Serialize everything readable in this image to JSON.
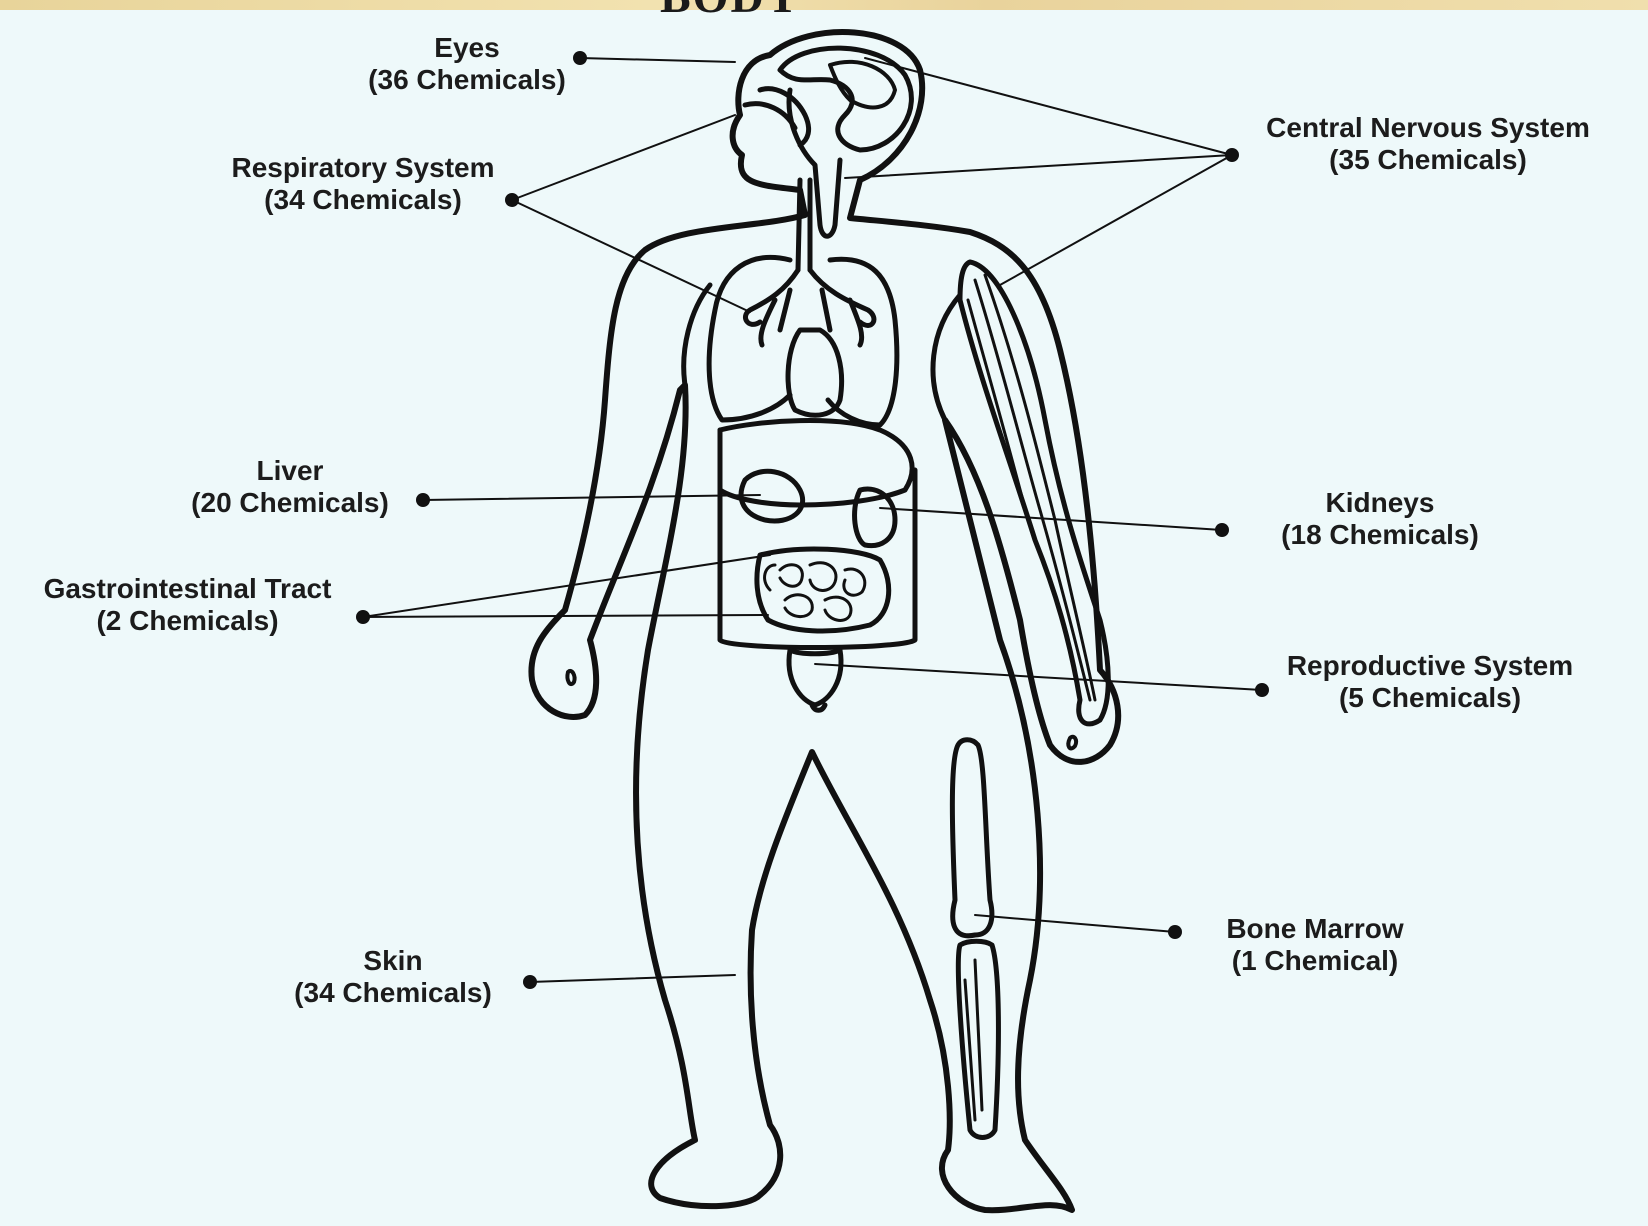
{
  "title_fragment": "BODY",
  "labels": {
    "eyes": {
      "name": "Eyes",
      "count": "(36 Chemicals)"
    },
    "respiratory": {
      "name": "Respiratory System",
      "count": "(34 Chemicals)"
    },
    "liver": {
      "name": "Liver",
      "count": "(20 Chemicals)"
    },
    "gastrointestinal": {
      "name": "Gastrointestinal Tract",
      "count": "(2 Chemicals)"
    },
    "skin": {
      "name": "Skin",
      "count": "(34 Chemicals)"
    },
    "central_nervous": {
      "name": "Central Nervous System",
      "count": "(35 Chemicals)"
    },
    "kidneys": {
      "name": "Kidneys",
      "count": "(18 Chemicals)"
    },
    "reproductive": {
      "name": "Reproductive System",
      "count": "(5 Chemicals)"
    },
    "bone_marrow": {
      "name": "Bone Marrow",
      "count": "(1 Chemical)"
    }
  },
  "colors": {
    "background": "#eef9fa",
    "ink": "#111111",
    "top_band": "#ecd9a2"
  }
}
